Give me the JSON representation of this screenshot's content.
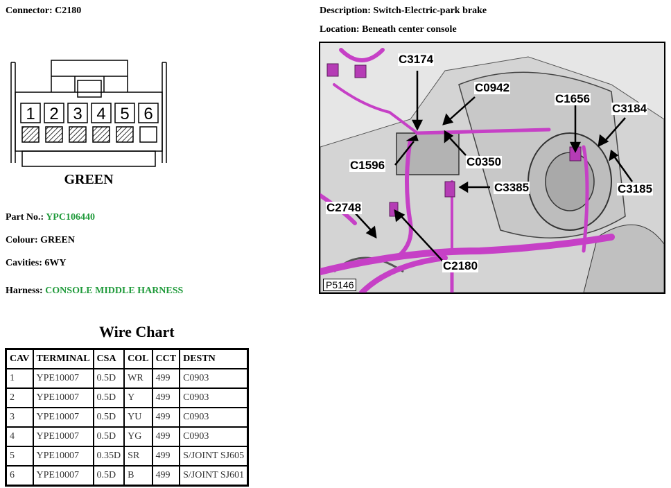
{
  "header": {
    "connector_label": "Connector:",
    "connector_value": "C2180",
    "description_label": "Description:",
    "description_value": "Switch-Electric-park brake",
    "location_label": "Location:",
    "location_value": "Beneath center console"
  },
  "connector_diagram": {
    "pins": [
      "1",
      "2",
      "3",
      "4",
      "5",
      "6"
    ],
    "populated": [
      true,
      true,
      true,
      true,
      true,
      false
    ],
    "colour_caption": "GREEN"
  },
  "details": {
    "part_no_label": "Part No.:",
    "part_no_value": "YPC106440",
    "colour_label": "Colour:",
    "colour_value": "GREEN",
    "cavities_label": "Cavities:",
    "cavities_value": "6WY",
    "harness_label": "Harness:",
    "harness_value": "CONSOLE MIDDLE HARNESS"
  },
  "location_image": {
    "callouts": [
      "C3174",
      "C0942",
      "C1656",
      "C3184",
      "C1596",
      "C0350",
      "C3385",
      "C3185",
      "C2748",
      "C2180"
    ],
    "figure_id": "P5146"
  },
  "wire_chart": {
    "title": "Wire Chart",
    "columns": [
      "CAV",
      "TERMINAL",
      "CSA",
      "COL",
      "CCT",
      "DESTN"
    ],
    "rows": [
      [
        "1",
        "YPE10007",
        "0.5D",
        "WR",
        "499",
        "C0903"
      ],
      [
        "2",
        "YPE10007",
        "0.5D",
        "Y",
        "499",
        "C0903"
      ],
      [
        "3",
        "YPE10007",
        "0.5D",
        "YU",
        "499",
        "C0903"
      ],
      [
        "4",
        "YPE10007",
        "0.5D",
        "YG",
        "499",
        "C0903"
      ],
      [
        "5",
        "YPE10007",
        "0.35D",
        "SR",
        "499",
        "S/JOINT SJ605"
      ],
      [
        "6",
        "YPE10007",
        "0.5D",
        "B",
        "499",
        "S/JOINT SJ601"
      ]
    ]
  },
  "colors": {
    "value_green": "#1f9a3a",
    "harness_magenta": "#c640c6"
  }
}
